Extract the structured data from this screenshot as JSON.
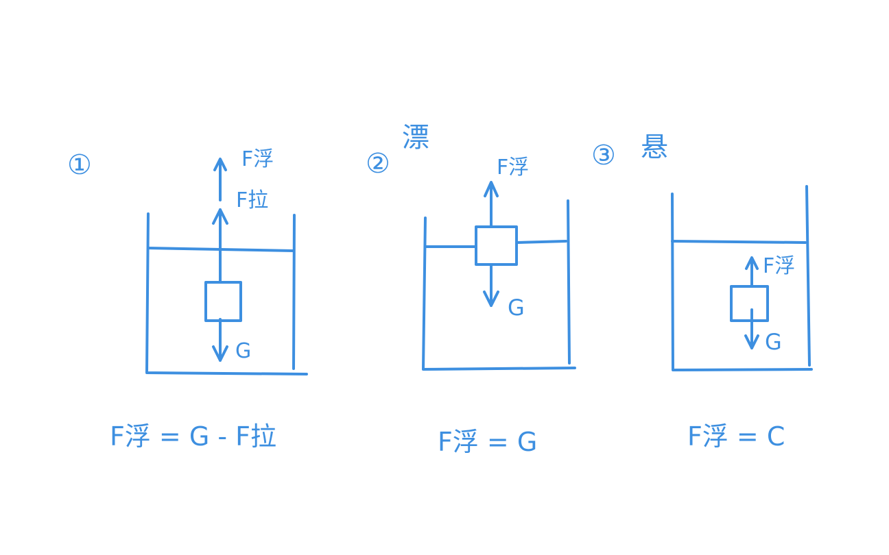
{
  "diagram": {
    "ink_color": "#3d8fe0",
    "panels": [
      {
        "marker": "①",
        "title": "",
        "forces_up": [
          "F浮",
          "F拉"
        ],
        "force_down": "G",
        "equation": "F浮 = G - F拉"
      },
      {
        "marker": "②",
        "title": "漂",
        "forces_up": [
          "F浮"
        ],
        "force_down": "G",
        "equation": "F浮 = G"
      },
      {
        "marker": "③",
        "title": "悬",
        "forces_up": [
          "F浮"
        ],
        "force_down": "G",
        "equation": "F浮 = C"
      }
    ]
  }
}
